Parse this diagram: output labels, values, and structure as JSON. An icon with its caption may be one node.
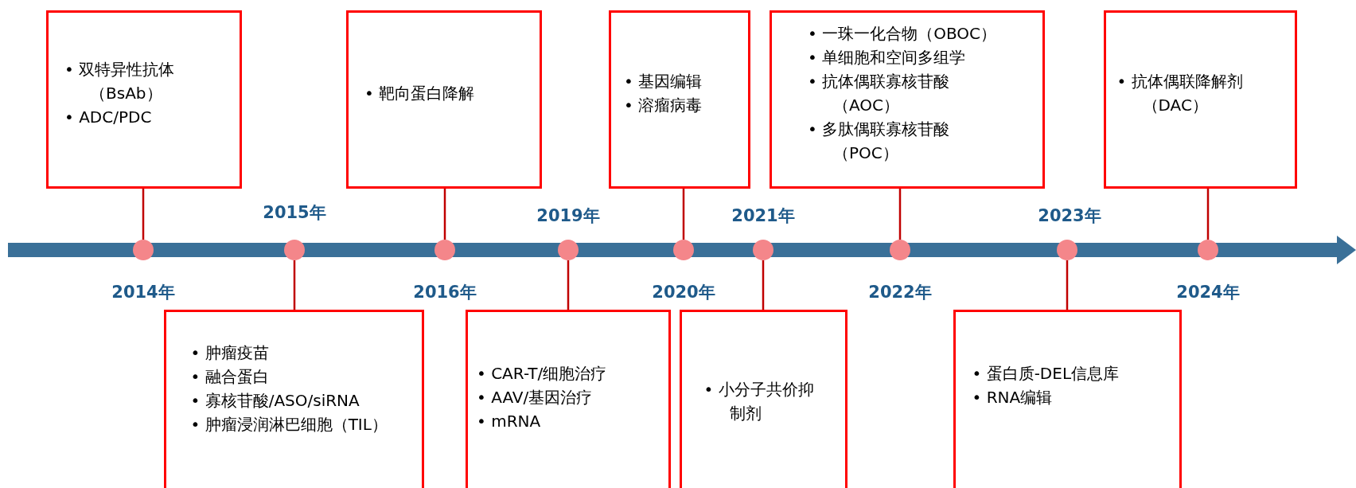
{
  "diagram": {
    "nodes": [
      {
        "text": [
          "• 双特异性抗体（BsAb）",
          "• ADC/PDC"
        ]
      },
      {
        "text": [
          "• 靶向蛋白降解"
        ]
      },
      {
        "text": [
          "• 基因编辑",
          "• 溶瘤病毒"
        ]
      },
      {
        "text": [
          "• 一珠一化合物（OBOC）",
          "• 单细胞和空间多组学",
          "• 抗体偶联寡核苷酸（AOC）",
          "• 多肽偶联寡核苷酸（POC）"
        ]
      },
      {
        "text": [
          "• 抗体偶联降解剂（DAC）"
        ]
      },
      {
        "text": [],
        "shape": "circle"
      },
      {
        "text": [],
        "shape": "circle"
      },
      {
        "text": [],
        "shape": "circle"
      },
      {
        "text": [],
        "shape": "circle"
      },
      {
        "text": [],
        "shape": "circle"
      },
      {
        "text": [],
        "shape": "circle"
      },
      {
        "text": [],
        "shape": "circle"
      },
      {
        "text": [],
        "shape": "circle"
      },
      {
        "text": [],
        "shape": "circle"
      },
      {
        "text": [
          "• 肿瘤疫苗",
          "• 融合蛋白",
          "• 寡核苷酸/ASO/siRNA",
          "• 肿瘤浸润淋巴细胞（TIL）"
        ]
      },
      {
        "text": [
          "• CAR-T/细胞治疗",
          "• AAV/基因治疗",
          "• mRNA"
        ]
      },
      {
        "text": [
          "• 小分子共价抑制剂"
        ]
      },
      {
        "text": [
          "• 蛋白质-DEL信息库",
          "• RNA编辑"
        ]
      }
    ],
    "edges": [
      {
        "from": 0,
        "to": 5,
        "arrow": "none"
      },
      {
        "from": 1,
        "to": 7,
        "arrow": "none"
      },
      {
        "from": 2,
        "to": 9,
        "arrow": "none"
      },
      {
        "from": 3,
        "to": 11,
        "arrow": "none"
      },
      {
        "from": 4,
        "to": 13,
        "arrow": "none"
      },
      {
        "from": 6,
        "to": 14,
        "arrow": "none"
      },
      {
        "from": 8,
        "to": 15,
        "arrow": "none"
      },
      {
        "from": 10,
        "to": 16,
        "arrow": "none"
      },
      {
        "from": 12,
        "to": 17,
        "arrow": "none"
      }
    ],
    "labels": [
      "2015年",
      "2019年",
      "2021年",
      "2023年",
      "2014年",
      "2016年",
      "2020年",
      "2022年",
      "2024年"
    ]
  }
}
